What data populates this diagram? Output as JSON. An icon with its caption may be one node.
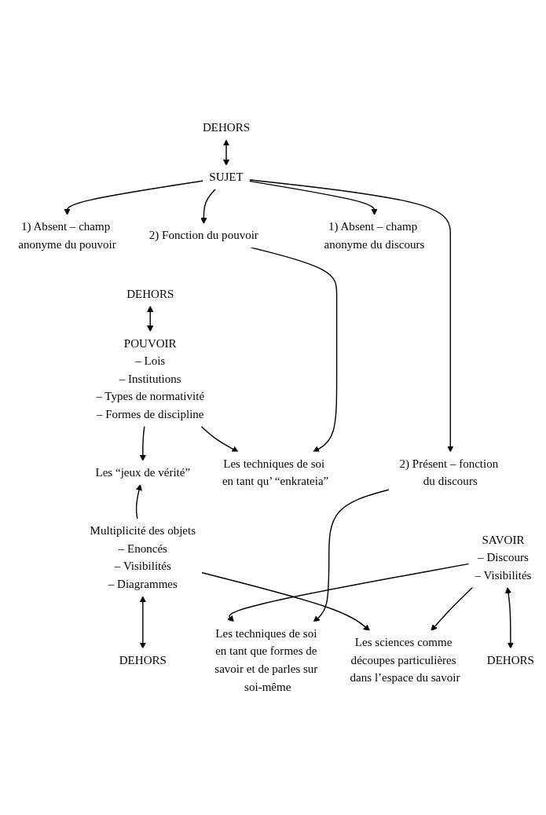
{
  "diagram": {
    "nodes": [
      {
        "text": [
          "DEHORS"
        ]
      },
      {
        "text": [
          "SUJET"
        ]
      },
      {
        "text": [
          "1) Absent – champ anonyme du pouvoir"
        ]
      },
      {
        "text": [
          "2) Fonction du pouvoir"
        ]
      },
      {
        "text": [
          "1) Absent – champ anonyme du discours"
        ]
      },
      {
        "text": [
          "2) Présent – fonction du discours"
        ]
      },
      {
        "text": [
          "Les techniques de soi en tant qu’ “enkrateia”"
        ]
      },
      {
        "text": [
          "Les techniques de soi en tant que formes de savoir et de parles sur soi-même"
        ]
      },
      {
        "text": [
          "DEHORS"
        ]
      },
      {
        "text": [
          "POUVOIR",
          "– Lois",
          "– Institutions",
          "– Types de normativité",
          "– Formes de discipline"
        ]
      },
      {
        "text": [
          "SAVOIR",
          "– Discours",
          "– Visibilités"
        ]
      },
      {
        "text": [
          "DEHORS"
        ]
      },
      {
        "text": [
          "Les “jeux de vérité”"
        ]
      },
      {
        "text": [
          "Les sciences comme découpes particulières dans l’espace du savoir"
        ]
      },
      {
        "text": [
          "Multiplicité des objets",
          "– Enoncés",
          "– Visibilités",
          "– Diagrammes"
        ]
      },
      {
        "text": [
          "DEHORS"
        ]
      }
    ],
    "edges": [
      {
        "from": 0,
        "to": 1,
        "arrow": "both"
      },
      {
        "from": 1,
        "to": 2,
        "arrow": "to"
      },
      {
        "from": 1,
        "to": 3,
        "arrow": "to"
      },
      {
        "from": 1,
        "to": 4,
        "arrow": "to"
      },
      {
        "from": 1,
        "to": 5,
        "arrow": "to"
      },
      {
        "from": 3,
        "to": 6,
        "arrow": "to"
      },
      {
        "from": 5,
        "to": 7,
        "arrow": "to"
      },
      {
        "from": 9,
        "to": 6,
        "arrow": "to"
      },
      {
        "from": 10,
        "to": 7,
        "arrow": "to"
      },
      {
        "from": 8,
        "to": 9,
        "arrow": "both"
      },
      {
        "from": 10,
        "to": 11,
        "arrow": "both"
      },
      {
        "from": 9,
        "to": 12,
        "arrow": "to"
      },
      {
        "from": 10,
        "to": 13,
        "arrow": "to"
      },
      {
        "from": 14,
        "to": 12,
        "arrow": "to"
      },
      {
        "from": 14,
        "to": 13,
        "arrow": "to"
      },
      {
        "from": 14,
        "to": 15,
        "arrow": "both"
      }
    ]
  }
}
